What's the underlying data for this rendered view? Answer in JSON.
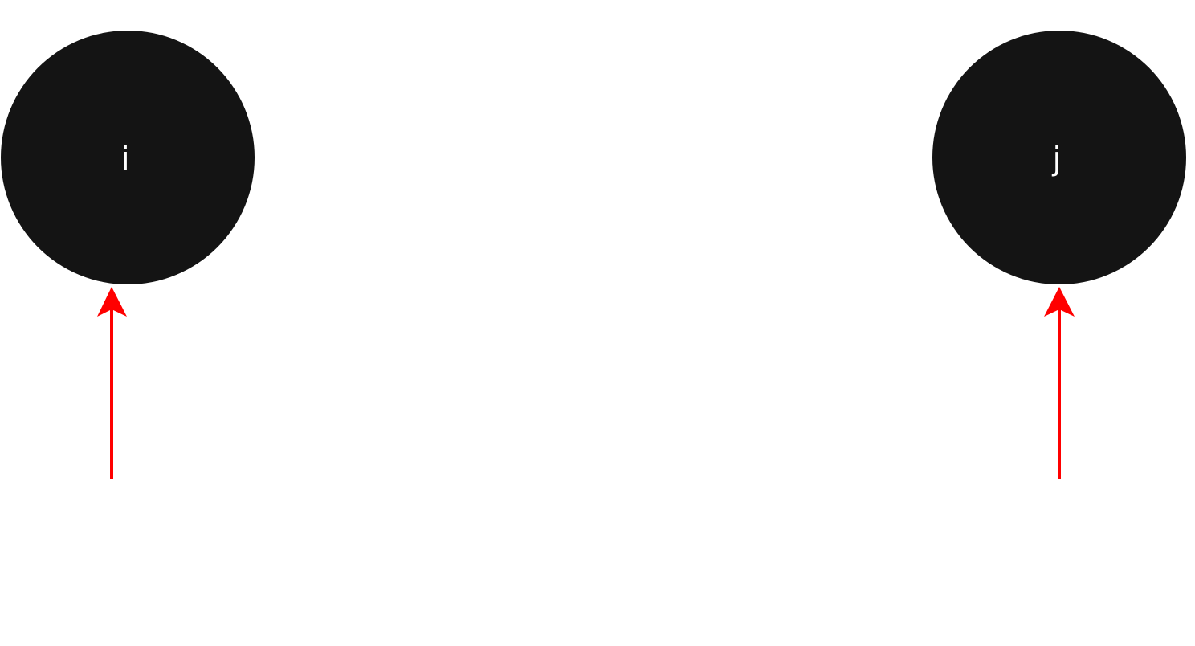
{
  "diagram": {
    "nodes": [
      {
        "id": "node-i",
        "label": "i"
      },
      {
        "id": "node-j",
        "label": "j"
      }
    ],
    "arrows": [
      {
        "id": "arrow-to-i",
        "target": "node-i"
      },
      {
        "id": "arrow-to-j",
        "target": "node-j"
      }
    ],
    "colors": {
      "node_fill": "#141414",
      "label_text": "#ffffff",
      "arrow": "#ff0000",
      "background": "#ffffff"
    }
  }
}
